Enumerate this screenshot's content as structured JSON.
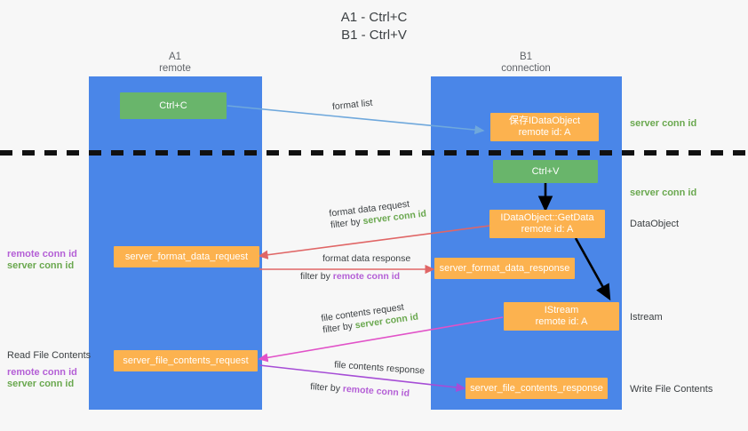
{
  "title": {
    "line1": "A1 - Ctrl+C",
    "line2": "B1 - Ctrl+V"
  },
  "lanes": [
    {
      "id": "a1",
      "name": "A1",
      "subtitle": "remote"
    },
    {
      "id": "b1",
      "name": "B1",
      "subtitle": "connection"
    }
  ],
  "nodes": {
    "ctrl_c": {
      "line1": "Ctrl+C",
      "line2": ""
    },
    "save_dataobject": {
      "line1": "保存IDataObject",
      "line2": "remote id: A"
    },
    "ctrl_v": {
      "line1": "Ctrl+V",
      "line2": ""
    },
    "getdata": {
      "line1": "IDataObject::GetData",
      "line2": "remote id: A"
    },
    "istream": {
      "line1": "IStream",
      "line2": "remote id: A"
    },
    "server_format_data_request": {
      "line1": "server_format_data_request",
      "line2": ""
    },
    "server_format_data_response": {
      "line1": "server_format_data_response",
      "line2": ""
    },
    "server_file_contents_request": {
      "line1": "server_file_contents_request",
      "line2": ""
    },
    "server_file_contents_response": {
      "line1": "server_file_contents_response",
      "line2": ""
    }
  },
  "edge_labels": {
    "format_list": "format list",
    "format_data_request": "format data request",
    "format_data_request_filter_prefix": "filter by ",
    "format_data_request_filter_key": "server conn id",
    "format_data_response": "format data response",
    "format_data_response_filter_prefix": "filter by ",
    "format_data_response_filter_key": "remote conn id",
    "file_contents_request": "file contents request",
    "file_contents_request_filter_prefix": "filter by ",
    "file_contents_request_filter_key": "server conn id",
    "file_contents_response": "file contents response",
    "file_contents_response_filter_prefix": "filter by ",
    "file_contents_response_filter_key": "remote conn id"
  },
  "annotations": {
    "right_server_conn_id_top": "server conn id",
    "right_server_conn_id_mid": "server conn id",
    "right_dataobject": "DataObject",
    "right_istream": "Istream",
    "right_write_file_contents": "Write File Contents",
    "left_remote_conn_id_1": "remote conn id",
    "left_server_conn_id_1": "server conn id",
    "left_read_file_contents": "Read File Contents",
    "left_remote_conn_id_2": "remote conn id",
    "left_server_conn_id_2": "server conn id"
  },
  "colors": {
    "lane": "#4a86e8",
    "green_node": "#69b56b",
    "orange_node": "#fcb24f",
    "green_text": "#6aa84f",
    "purple_text": "#b45fd6",
    "red_arrow": "#e06666",
    "blue_arrow": "#6fa8dc",
    "magenta_arrow": "#e152c8",
    "purple_arrow": "#a64dd6",
    "black_arrow": "#000000",
    "background": "#f7f7f7"
  }
}
